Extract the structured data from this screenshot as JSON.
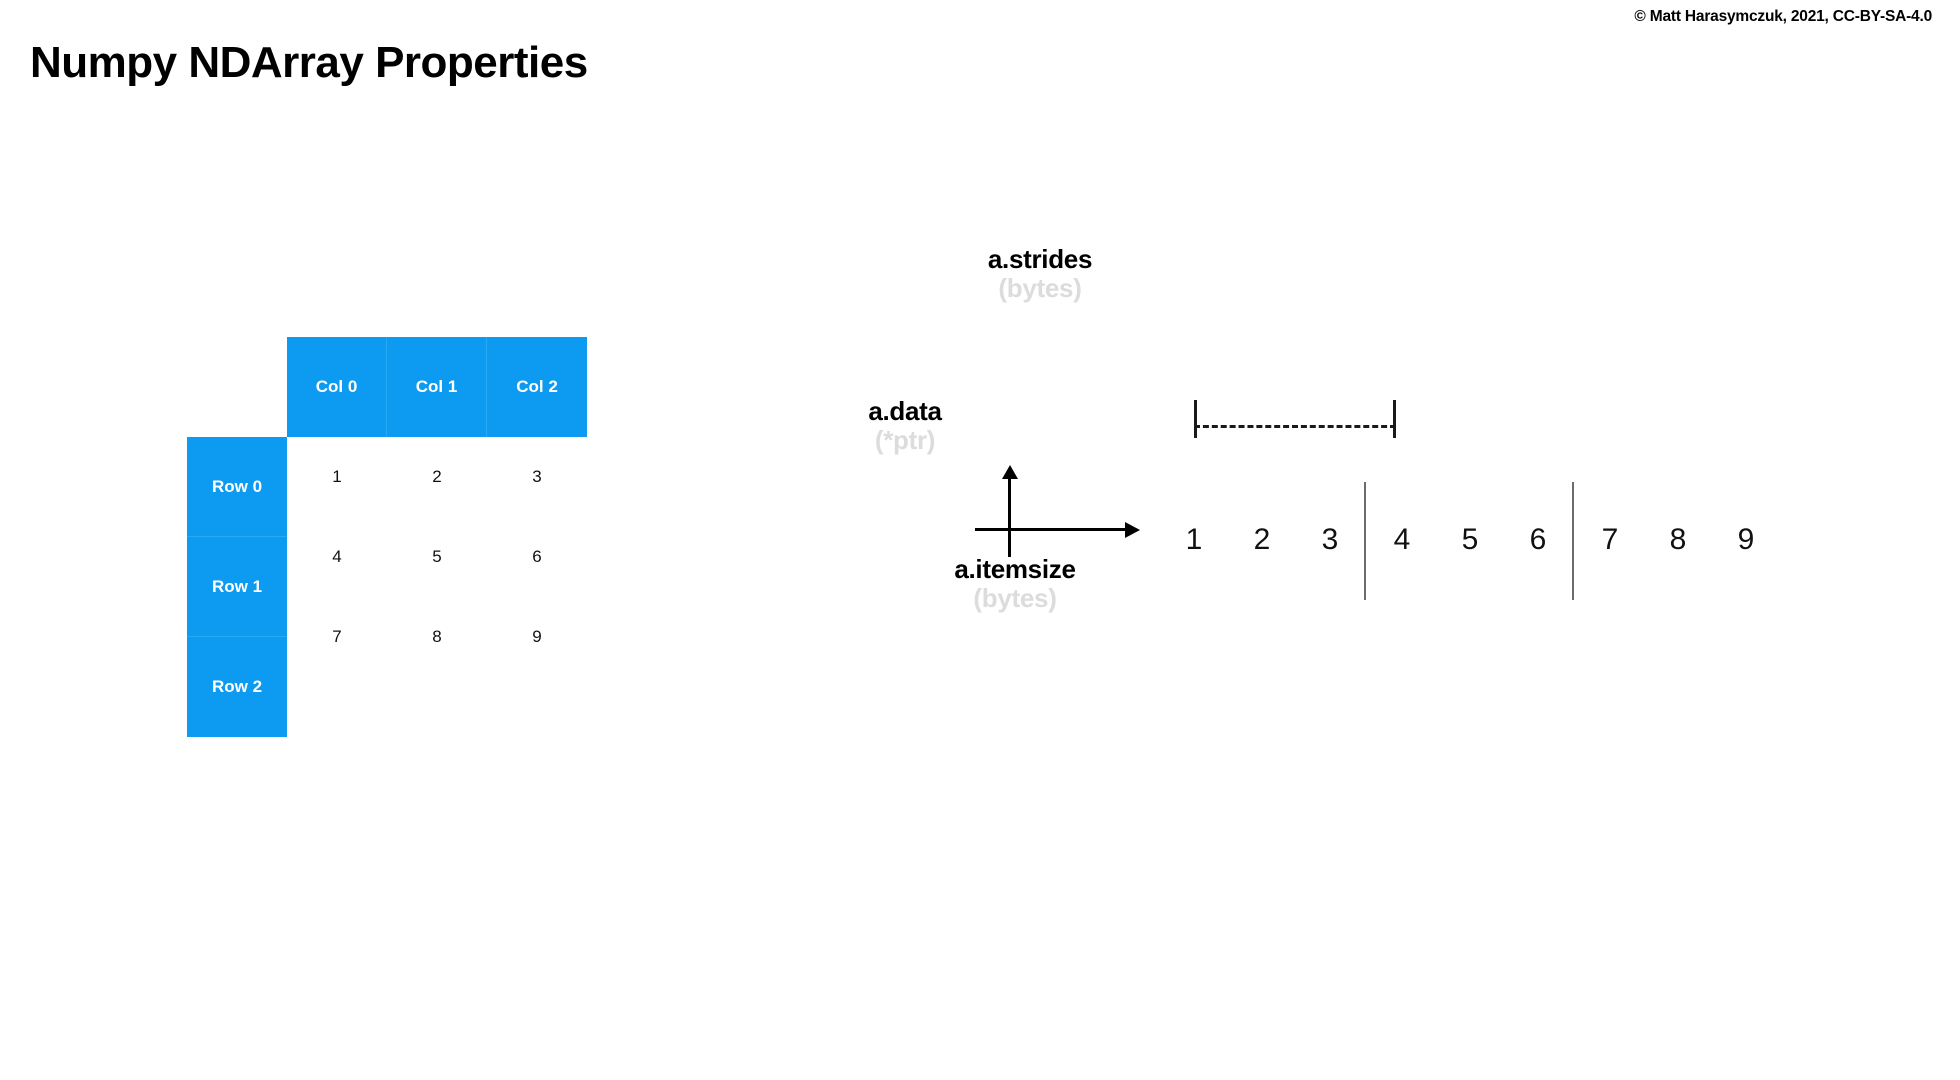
{
  "header": {
    "title": "Numpy NDArray Properties",
    "copyright": "© Matt Harasymczuk, 2021, CC-BY-SA-4.0"
  },
  "theme": {
    "accent_blue": "#0D9BF2",
    "accent_blue_divider": "#2BA8F4",
    "text_black": "#000000",
    "text_muted_gray": "#DCDCDC",
    "background": "#FFFFFF",
    "separator_gray": "#6B6B6B"
  },
  "table": {
    "column_headers": [
      "Col 0",
      "Col 1",
      "Col 2"
    ],
    "row_headers": [
      "Row 0",
      "Row 1",
      "Row 2"
    ],
    "rows": [
      [
        "1",
        "2",
        "3"
      ],
      [
        "4",
        "5",
        "6"
      ],
      [
        "7",
        "8",
        "9"
      ]
    ]
  },
  "memory": {
    "properties": {
      "strides": {
        "name": "a.strides",
        "unit": "(bytes)"
      },
      "data": {
        "name": "a.data",
        "unit": "(*ptr)"
      },
      "itemsize": {
        "name": "a.itemsize",
        "unit": "(bytes)"
      }
    },
    "groups": [
      [
        "1",
        "2",
        "3"
      ],
      [
        "4",
        "5",
        "6"
      ],
      [
        "7",
        "8",
        "9"
      ]
    ]
  }
}
